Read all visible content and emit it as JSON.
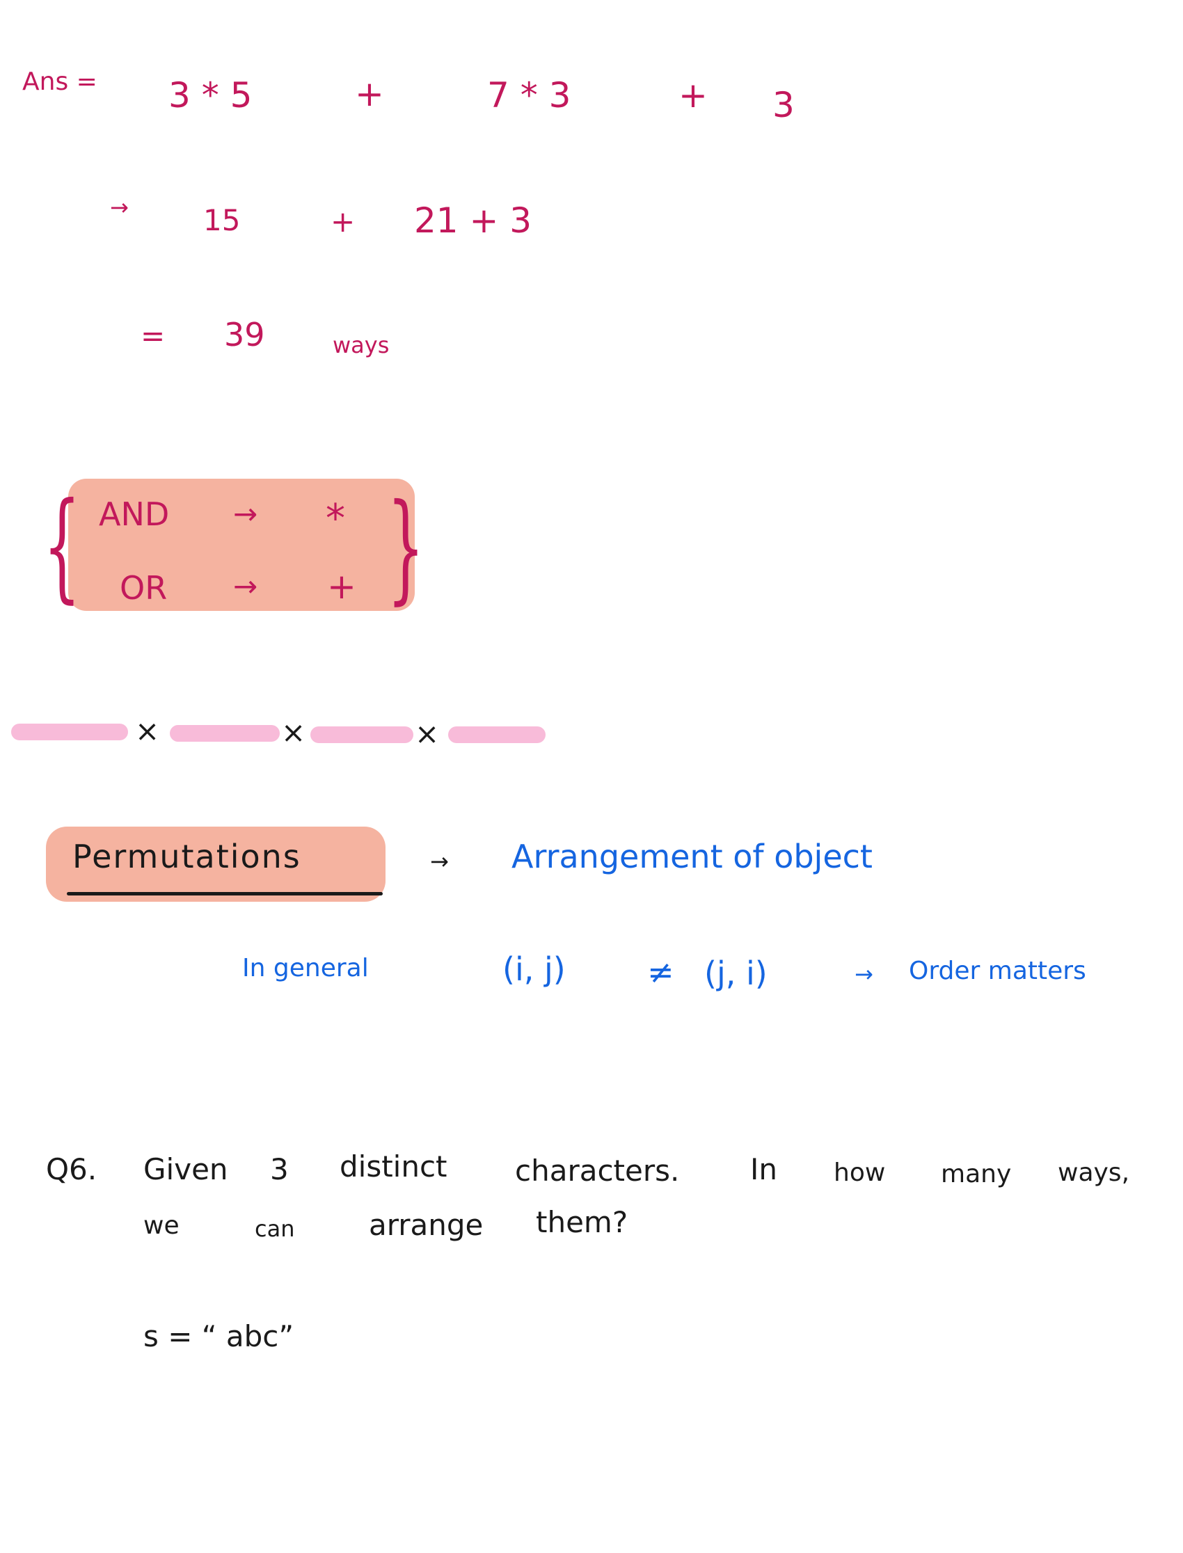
{
  "calc": {
    "ans_label": "Ans =",
    "line1": {
      "t1": "3 * 5",
      "op1": "+",
      "t2": "7 * 3",
      "op2": "+",
      "t3": "3"
    },
    "line2": {
      "arrow": "→",
      "t1": "15",
      "op1": "+",
      "t2": "21 + 3"
    },
    "line3": {
      "eq": "=",
      "value": "39",
      "unit": "ways"
    }
  },
  "rule_box": {
    "open_brace": "{",
    "close_brace": "}",
    "rows": [
      {
        "word": "AND",
        "arrow": "→",
        "symbol": "*"
      },
      {
        "word": "OR",
        "arrow": "→",
        "symbol": "+"
      }
    ]
  },
  "slots": {
    "times": [
      "×",
      "×",
      "×"
    ]
  },
  "permutations": {
    "title": "Permutations",
    "arrow": "→",
    "definition": "Arrangement of object",
    "in_general": "In general",
    "pair_left": "(i, j)",
    "neq": "≠",
    "pair_right": "(j, i)",
    "arrow2": "→",
    "order_note": "Order matters"
  },
  "question": {
    "label": "Q6.",
    "line1_words": [
      "Given",
      "3",
      "distinct",
      "characters.",
      "In",
      "how",
      "many",
      "ways,"
    ],
    "line2_words": [
      "we",
      "can",
      "arrange",
      "them?"
    ],
    "example": "s = “ abc”"
  },
  "colors": {
    "pink_ink": "#c2185b",
    "blue_ink": "#1565e0",
    "black_ink": "#1a1a1a",
    "box_fill": "#f5b3a0",
    "slot_fill": "#f8bbd9"
  }
}
